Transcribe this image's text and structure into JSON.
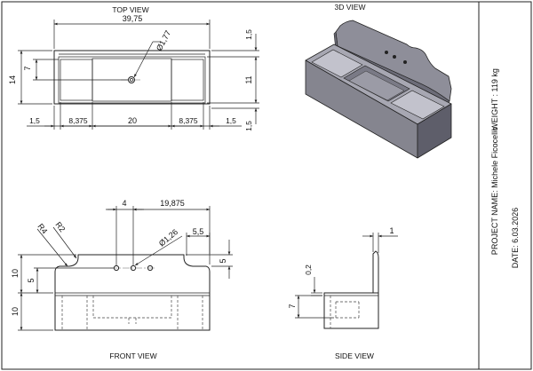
{
  "views": {
    "top": {
      "title": "TOP VIEW",
      "dims": {
        "overall_width": "39,75",
        "hole_dia": "Ø1,77",
        "depth": "14",
        "basin_depth": "7",
        "right_top": "1,5",
        "right_mid": "11",
        "right_bottom": "1,5",
        "left_margin": "1,5",
        "left_drain": "8,375",
        "basin_width": "20",
        "right_drain": "8,375",
        "right_margin": "1,5"
      }
    },
    "iso": {
      "title": "3D VIEW"
    },
    "front": {
      "title": "FRONT VIEW",
      "dims": {
        "fillet_r4": "R4",
        "fillet_r2": "R2",
        "hole_spacing": "4",
        "hole_offset": "19,875",
        "hole_dia": "Ø1,26",
        "step_width": "5,5",
        "step_height": "5",
        "backsplash_height": "10",
        "hole_height": "5",
        "body_height": "10"
      }
    },
    "side": {
      "title": "SIDE VIEW",
      "dims": {
        "wall_thickness": "1",
        "lip": "0,2",
        "basin_depth": "7"
      }
    }
  },
  "title_block": {
    "project": "PROJECT NAME:  Michele Ficocello",
    "date": "DATE: 6.03.2026",
    "weight": "WEIGHT : 119 kg"
  }
}
